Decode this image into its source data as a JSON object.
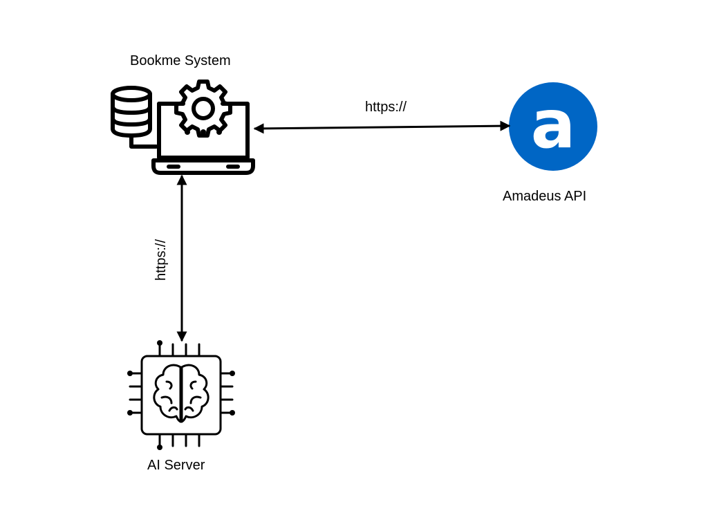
{
  "nodes": {
    "bookme": {
      "label": "Bookme System",
      "icon": "laptop-gear-database-icon"
    },
    "amadeus": {
      "label": "Amadeus API",
      "icon": "amadeus-logo-icon",
      "color": "#0066c5",
      "logo_text": "a"
    },
    "ai_server": {
      "label": "AI Server",
      "icon": "chip-brain-icon"
    }
  },
  "edges": [
    {
      "from": "bookme",
      "to": "amadeus",
      "label": "https://"
    },
    {
      "from": "bookme",
      "to": "ai_server",
      "label": "https://"
    }
  ]
}
